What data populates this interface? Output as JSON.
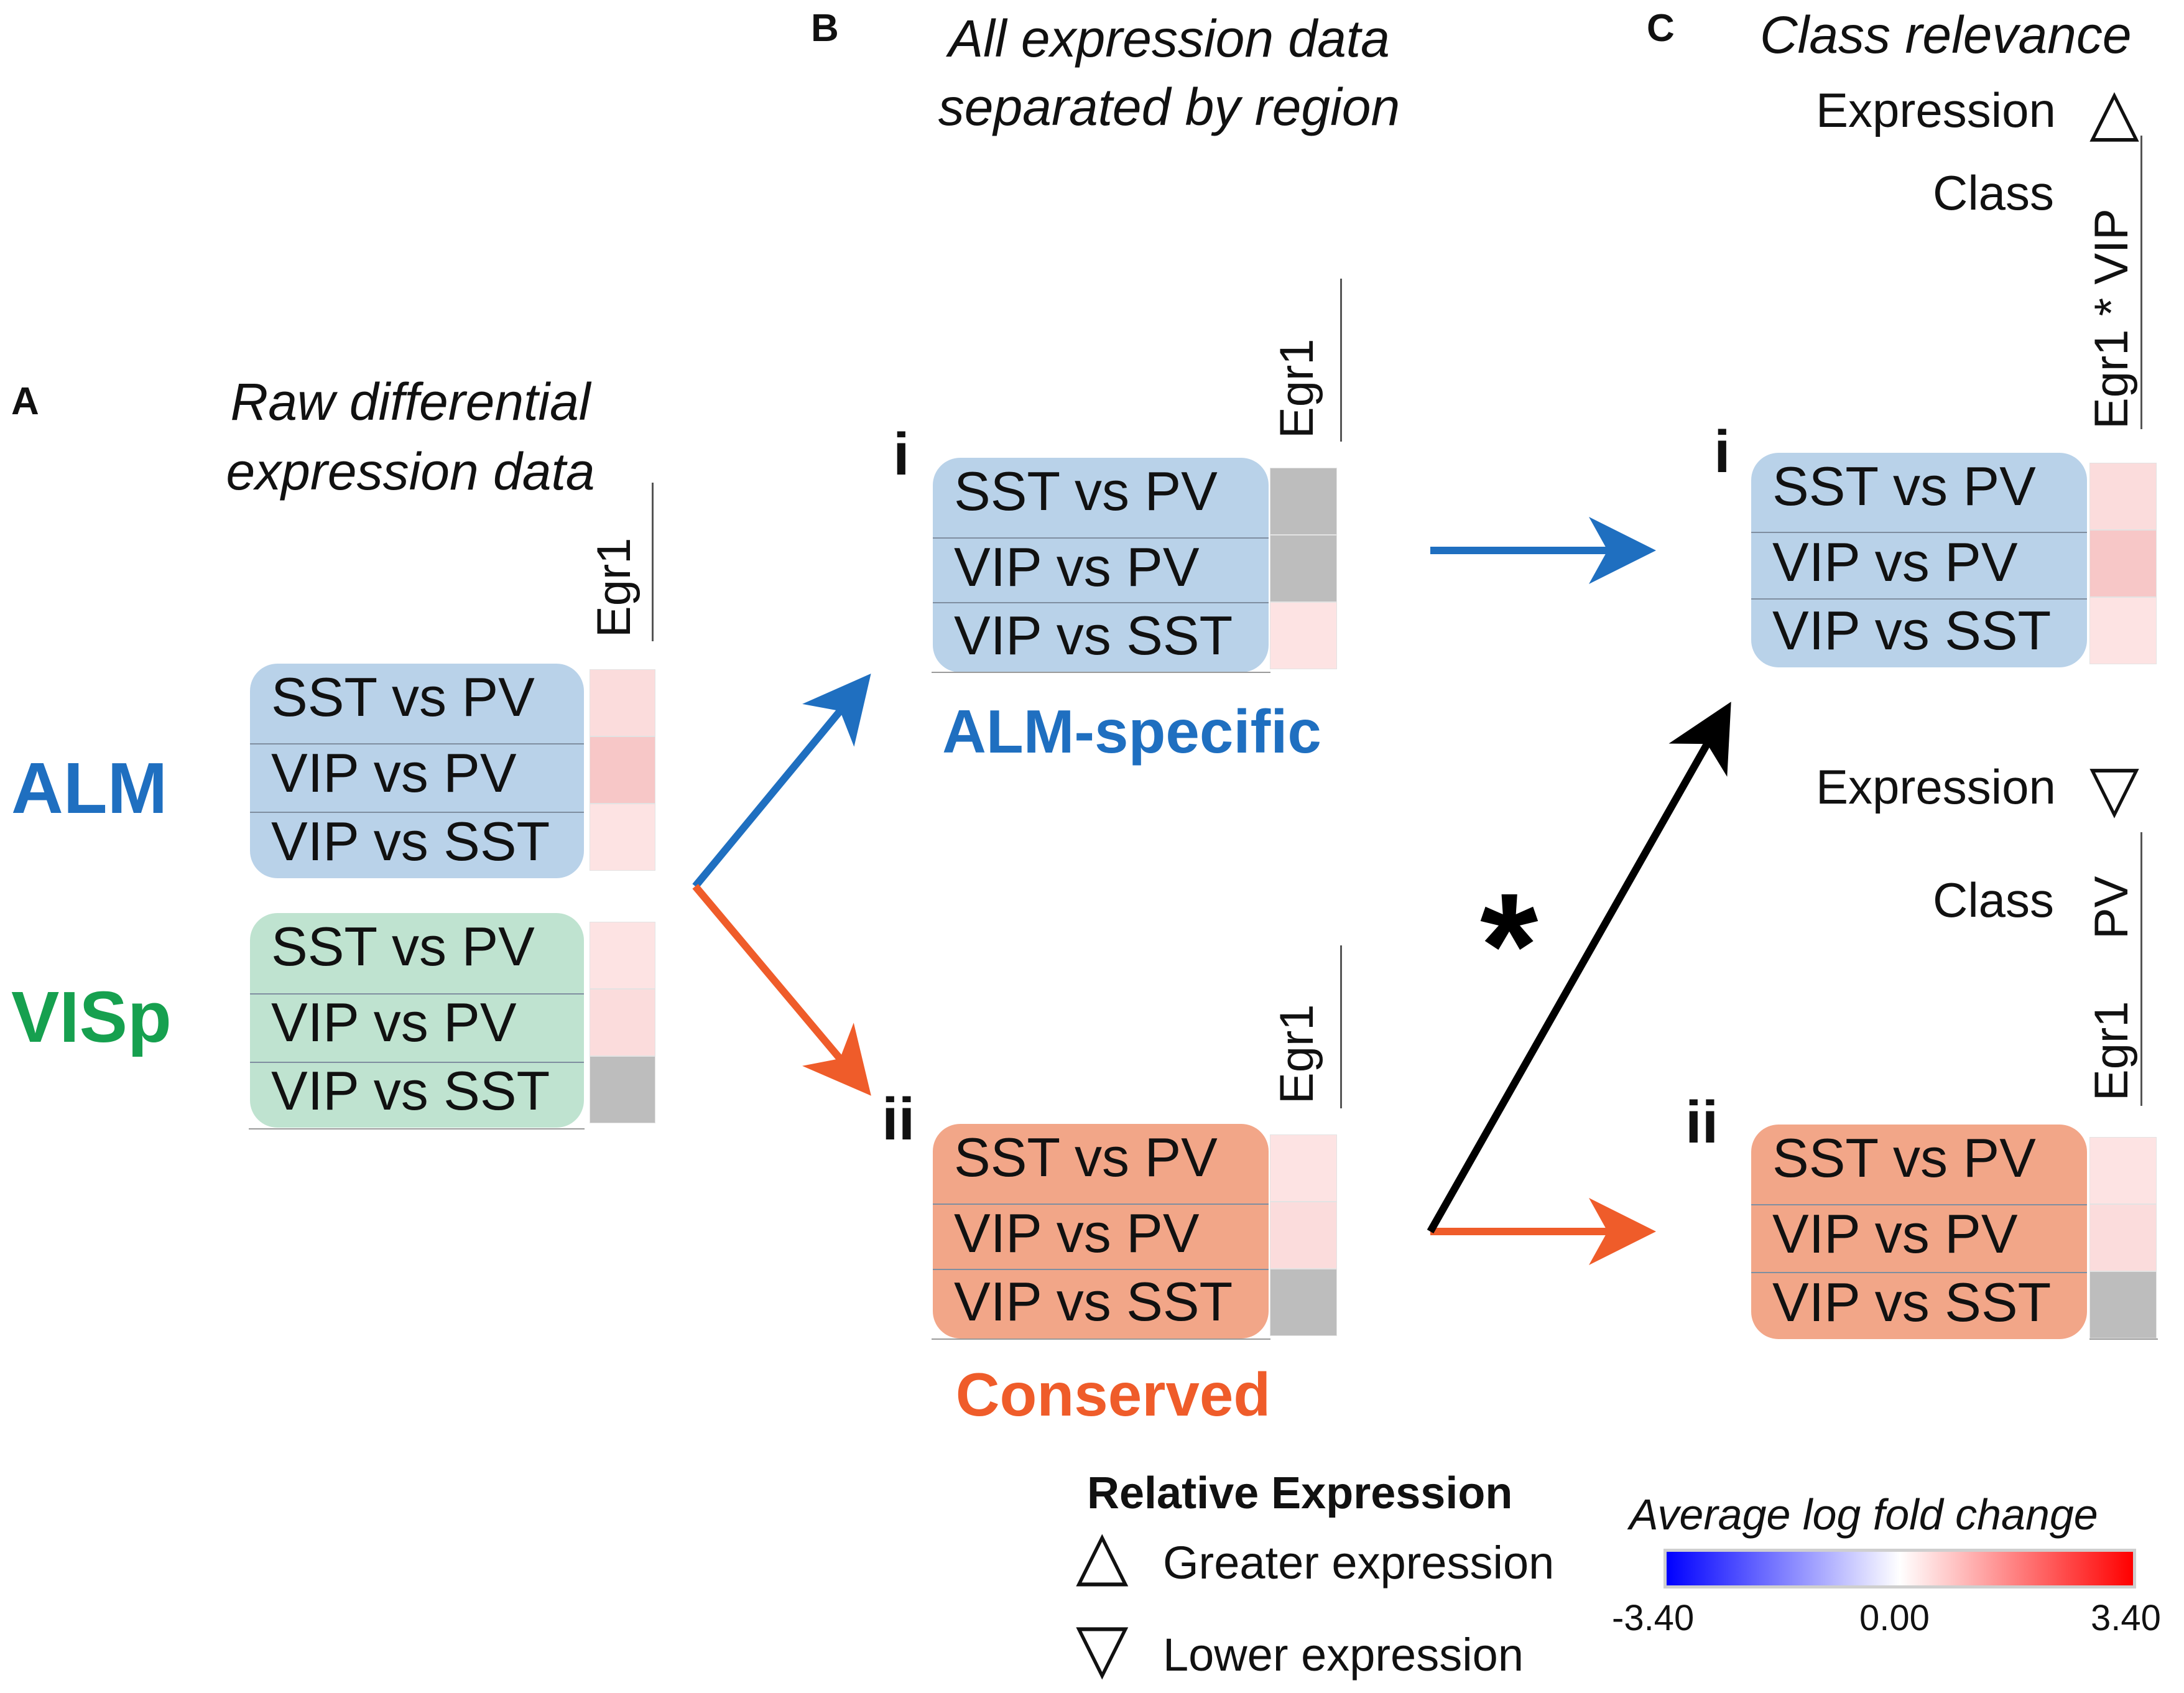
{
  "colors": {
    "alm_blue": "#1f6fc0",
    "visp_green": "#16a04f",
    "conserved_orange": "#ef5c2a",
    "box_blue": "#b9d2e9",
    "box_green": "#bfe3d0",
    "box_orange": "#f2a688",
    "gray_cell": "#bdbdbd",
    "pale_pink": "#fde3e3",
    "light_pink": "#fbdcdc",
    "mid_pink": "#f7c7c7",
    "arrow_black": "#000000"
  },
  "comparisons": [
    "SST vs PV",
    "VIP vs PV",
    "VIP vs SST"
  ],
  "gene": "Egr1",
  "panels": {
    "a": {
      "letter": "A",
      "title_line1": "Raw differential",
      "title_line2": "expression data",
      "regions": [
        {
          "name": "ALM",
          "cells": [
            "light_pink",
            "mid_pink",
            "pale_pink"
          ]
        },
        {
          "name": "VISp",
          "cells": [
            "pale_pink",
            "light_pink",
            "gray_cell"
          ]
        }
      ]
    },
    "b": {
      "letter": "B",
      "title_line1": "All expression data",
      "title_line2": "separated by region",
      "groups": [
        {
          "roman": "i",
          "label": "ALM-specific",
          "cells": [
            "gray_cell",
            "gray_cell",
            "pale_pink"
          ]
        },
        {
          "roman": "ii",
          "label": "Conserved",
          "cells": [
            "pale_pink",
            "light_pink",
            "gray_cell"
          ]
        }
      ]
    },
    "c": {
      "letter": "C",
      "title": "Class relevance",
      "upper": {
        "roman": "i",
        "expression_label": "Expression",
        "expression_symbol": "△",
        "class_label": "Class",
        "class_value": "VIP",
        "column_label": "Egr1 * VIP",
        "cells": [
          "light_pink",
          "mid_pink",
          "pale_pink"
        ]
      },
      "lower": {
        "roman": "ii",
        "expression_label": "Expression",
        "expression_symbol": "▽",
        "class_label": "Class",
        "class_value": "PV",
        "column_label": "Egr1",
        "cells": [
          "pale_pink",
          "light_pink",
          "gray_cell"
        ]
      }
    }
  },
  "asterisk": "*",
  "legend": {
    "heading": "Relative Expression",
    "items": [
      {
        "symbol": "△",
        "label": "Greater expression"
      },
      {
        "symbol": "▽",
        "label": "Lower expression"
      }
    ]
  },
  "colorbar": {
    "title": "Average log fold change",
    "min": -3.4,
    "mid": 0.0,
    "max": 3.4,
    "min_label": "-3.40",
    "mid_label": "0.00",
    "max_label": "3.40",
    "gradient": [
      "#0000ff",
      "#ffffff",
      "#ff0000"
    ]
  }
}
